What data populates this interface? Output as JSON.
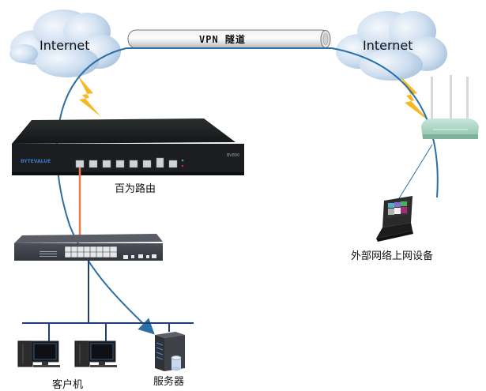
{
  "diagram": {
    "title": "VPN network topology",
    "clouds": [
      {
        "id": "cloud-left",
        "label": "Internet"
      },
      {
        "id": "cloud-right",
        "label": "Internet"
      }
    ],
    "tunnel": {
      "label": "VPN 隧道"
    },
    "devices": {
      "router": {
        "label": "百为路由",
        "brand": "BYTEVALUE",
        "model": "BV800"
      },
      "switch": {
        "label": ""
      },
      "clients": {
        "label": "客户机"
      },
      "server": {
        "label": "服务器"
      },
      "external": {
        "label": "外部网络上网设备"
      }
    },
    "colors": {
      "vpn_path": "#2a6fa6",
      "patch_cable": "#f07a4c",
      "lan_bus": "#1f3f7a",
      "lightning": "#f7b822",
      "cloud": "#c4d6ea"
    }
  }
}
